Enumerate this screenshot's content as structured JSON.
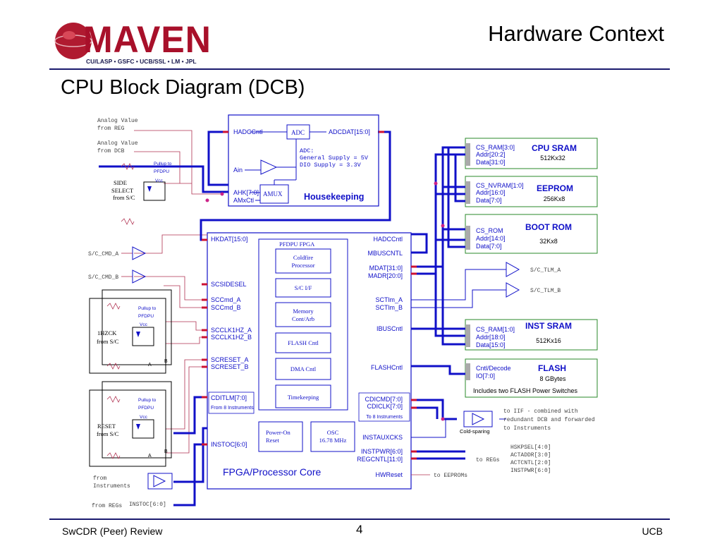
{
  "header": {
    "logo_text": "MAVEN",
    "logo_sub": "CU/LASP • GSFC • UCB/SSL • LM • JPL",
    "title": "Hardware Context",
    "subtitle": "CPU Block Diagram (DCB)"
  },
  "footer": {
    "left": "SwCDR (Peer) Review",
    "page": "4",
    "right": "UCB"
  },
  "colors": {
    "accent": "#1010c8",
    "line": "#2020a0",
    "pin": "#cc1133",
    "box_green": "#2a8a2a",
    "frame": "#1a1a6e"
  },
  "diagram": {
    "left_notes": {
      "analog_reg": [
        "Analog Value",
        "from REG"
      ],
      "analog_dcb": [
        "Analog Value",
        "from DCB"
      ],
      "side_select": [
        "SIDE",
        "SELECT",
        "from S/C"
      ],
      "sc_cmd_a": "S/C_CMD_A",
      "sc_cmd_b": "S/C_CMD_B",
      "hzck": [
        "1HZCK",
        "from S/C"
      ],
      "reset": [
        "RESET",
        "from S/C"
      ],
      "from_instruments": [
        "from",
        "Instruments"
      ],
      "from_regs": "from REGs",
      "instoc_in": "INSTOC[6:0]",
      "pullup": [
        "Pullup to",
        "PFDPU"
      ],
      "vcc": "Vcc",
      "a_label": "A",
      "b_label": "B"
    },
    "housekeeping": {
      "title": "Housekeeping",
      "hadccntl": "HADCCntl",
      "adc": "ADC",
      "adcdat": "ADCDAT[15:0]",
      "adc_note": [
        "ADC:",
        "General Supply = 5V",
        "DIO Supply = 3.3V"
      ],
      "ain": "Ain",
      "ahk": "AHK[7:0]",
      "amux": "AMUX",
      "amxctl": "AMxCtl"
    },
    "fpga": {
      "title": "FPGA/Processor Core",
      "inner_title": "PFDPU FPGA",
      "blocks": [
        "Coldfire Processor",
        "S/C I/F",
        "Memory Cont/Arb",
        "FLASH Cntl",
        "DMA Cntl",
        "Timekeeping"
      ],
      "power_on": [
        "Power-On",
        "Reset"
      ],
      "osc": [
        "OSC",
        "16.78 MHz"
      ],
      "left_pins": {
        "hkdat": "HKDAT[15:0]",
        "scsidesel": "SCSIDESEL",
        "sccmd_a": "SCCmd_A",
        "sccmd_b": "SCCmd_B",
        "scclk_a": "SCCLK1HZ_A",
        "scclk_b": "SCCLK1HZ_B",
        "screset_a": "SCRESET_A",
        "screset_b": "SCRESET_B",
        "cditlm": "CDITLM[7:0]",
        "from8": "From 8 Instruments",
        "instoc": "INSTOC[6:0]"
      },
      "right_pins": {
        "hadccntl": "HADCCntl",
        "mbuscntl": "MBUSCNTL",
        "mdat": "MDAT[31:0]",
        "madr": "MADR[20:0]",
        "sctlm_a": "SCTlm_A",
        "sctlm_b": "SCTlm_B",
        "ibuscntl": "IBUSCntl",
        "flashcntl": "FLASHCntl",
        "cdicmd": "CDICMD[7:0]",
        "cdiclk": "CDICLK[7:0]",
        "to8": "To 8 Instruments",
        "instauxcks": "INSTAUXCKS",
        "instpwr": "INSTPWR[6:0]",
        "regcntl": "REGCNTL[11:0]",
        "hwreset": "HWReset"
      }
    },
    "memories": [
      {
        "name": "CPU SRAM",
        "size": "512Kx32",
        "lines": [
          "CS_RAM[3:0]",
          "Addr[20:2]",
          "Data[31:0]"
        ]
      },
      {
        "name": "EEPROM",
        "size": "256Kx8",
        "lines": [
          "CS_NVRAM[1:0]",
          "Addr[16:0]",
          "Data[7:0]"
        ]
      },
      {
        "name": "BOOT ROM",
        "size": "32Kx8",
        "lines": [
          "CS_ROM",
          "Addr[14:0]",
          "Data[7:0]"
        ]
      },
      {
        "name": "INST SRAM",
        "size": "512Kx16",
        "lines": [
          "CS_RAM[1:0]",
          "Addr[18:0]",
          "Data[15:0]"
        ]
      },
      {
        "name": "FLASH",
        "size": "8 GBytes",
        "lines": [
          "Cntl/Decode",
          "IO[7:0]"
        ],
        "note": "Includes two FLASH Power Switches"
      }
    ],
    "right_notes": {
      "tlm_a": "S/C_TLM_A",
      "tlm_b": "S/C_TLM_B",
      "cold_sparing": "Cold-sparing",
      "iif_note": [
        "to IIF - combined with",
        "redundant DCB and forwarded",
        "to Instruments"
      ],
      "to_regs": "to REGs",
      "reg_list": [
        "HSKPSEL[4:0]",
        "ACTADDR[3:0]",
        "ACTCNTL[2:0]",
        "INSTPWR[6:0]"
      ],
      "to_eeproms": "to EEPROMs"
    }
  }
}
